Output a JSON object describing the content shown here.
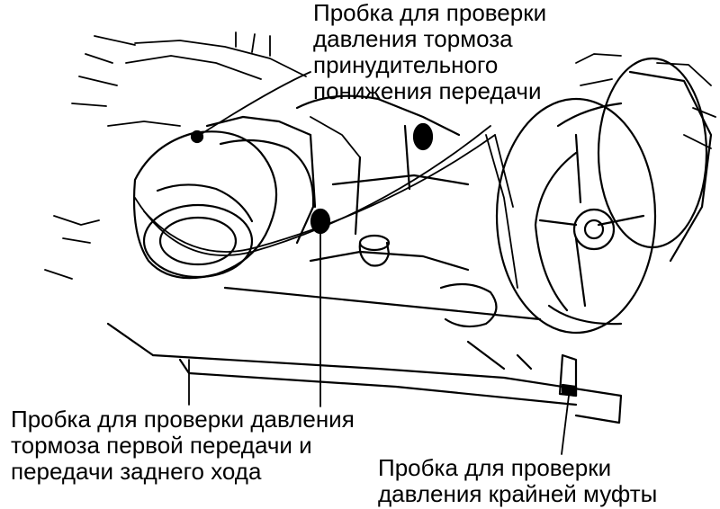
{
  "labels": {
    "kickdown_brake": {
      "lines": [
        "Пробка для проверки",
        "давления тормоза",
        "принудительного",
        "понижения передачи"
      ]
    },
    "first_reverse_brake": {
      "lines": [
        "Пробка для проверки давления",
        "тормоза первой передачи и",
        "передачи заднего хода"
      ]
    },
    "end_clutch": {
      "lines": [
        "Пробка для проверки",
        "давления крайней муфты"
      ]
    }
  },
  "colors": {
    "ink": "#000000",
    "background": "#ffffff"
  }
}
